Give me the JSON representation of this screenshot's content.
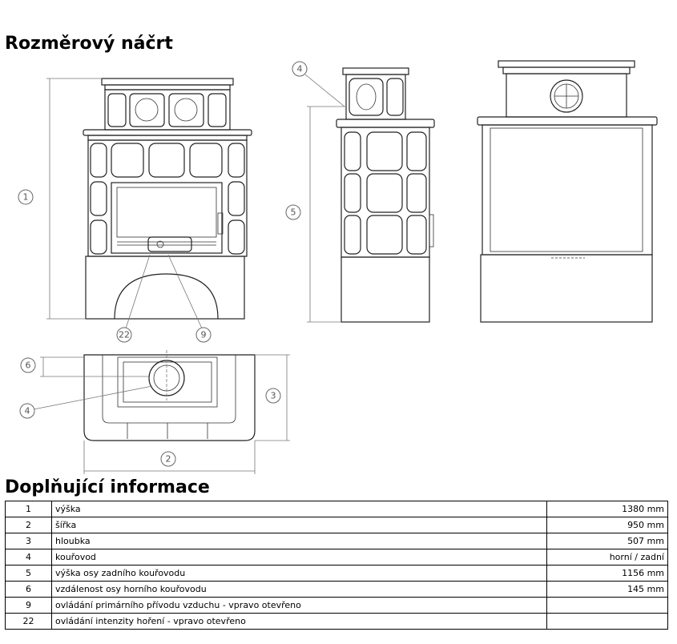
{
  "headings": {
    "sketch": "Rozměrový náčrt",
    "info": "Doplňující informace"
  },
  "callouts": {
    "height": "1",
    "width": "2",
    "depth": "3",
    "flue": "4",
    "rear_flue_height": "5",
    "top_flue_distance": "6",
    "primary_air": "9",
    "burn_intensity": "22"
  },
  "table": {
    "rows": [
      {
        "num": "1",
        "label": "výška",
        "value": "1380 mm"
      },
      {
        "num": "2",
        "label": "šířka",
        "value": "950 mm"
      },
      {
        "num": "3",
        "label": "hloubka",
        "value": "507 mm"
      },
      {
        "num": "4",
        "label": "kouřovod",
        "value": "horní / zadní"
      },
      {
        "num": "5",
        "label": "výška osy zadního kouřovodu",
        "value": "1156 mm"
      },
      {
        "num": "6",
        "label": "vzdálenost osy horního kouřovodu",
        "value": "145 mm"
      },
      {
        "num": "9",
        "label": "ovládání primárního přívodu vzduchu - vpravo otevřeno",
        "value": ""
      },
      {
        "num": "22",
        "label": "ovládání intenzity hoření - vpravo otevřeno",
        "value": ""
      }
    ]
  }
}
